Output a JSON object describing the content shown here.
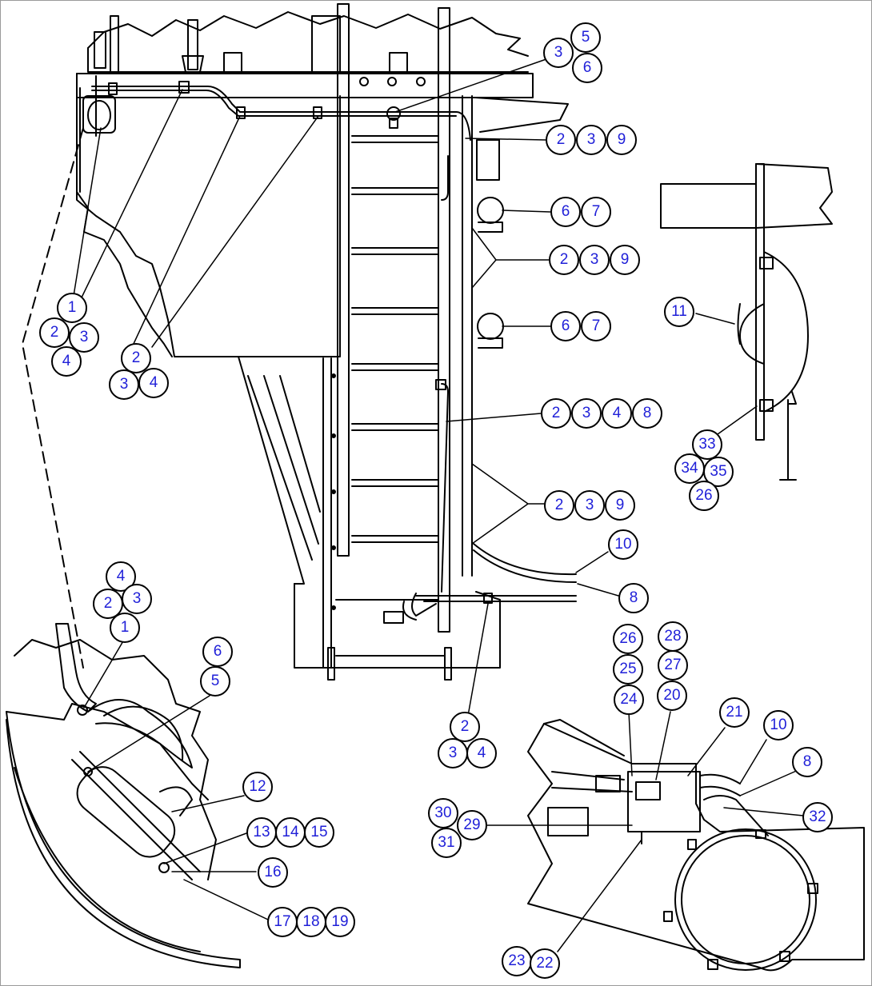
{
  "callouts": [
    "1",
    "2",
    "3",
    "4",
    "5",
    "6",
    "7",
    "8",
    "9",
    "10",
    "11",
    "12",
    "13",
    "14",
    "15",
    "16",
    "17",
    "18",
    "19",
    "20",
    "21",
    "22",
    "23",
    "24",
    "25",
    "26",
    "27",
    "28",
    "29",
    "30",
    "31",
    "32",
    "33",
    "34",
    "35"
  ],
  "colors": {
    "line": "#000000",
    "label_text": "#1f1fd8",
    "background": "#ffffff",
    "frame": "#9a9a9a"
  }
}
